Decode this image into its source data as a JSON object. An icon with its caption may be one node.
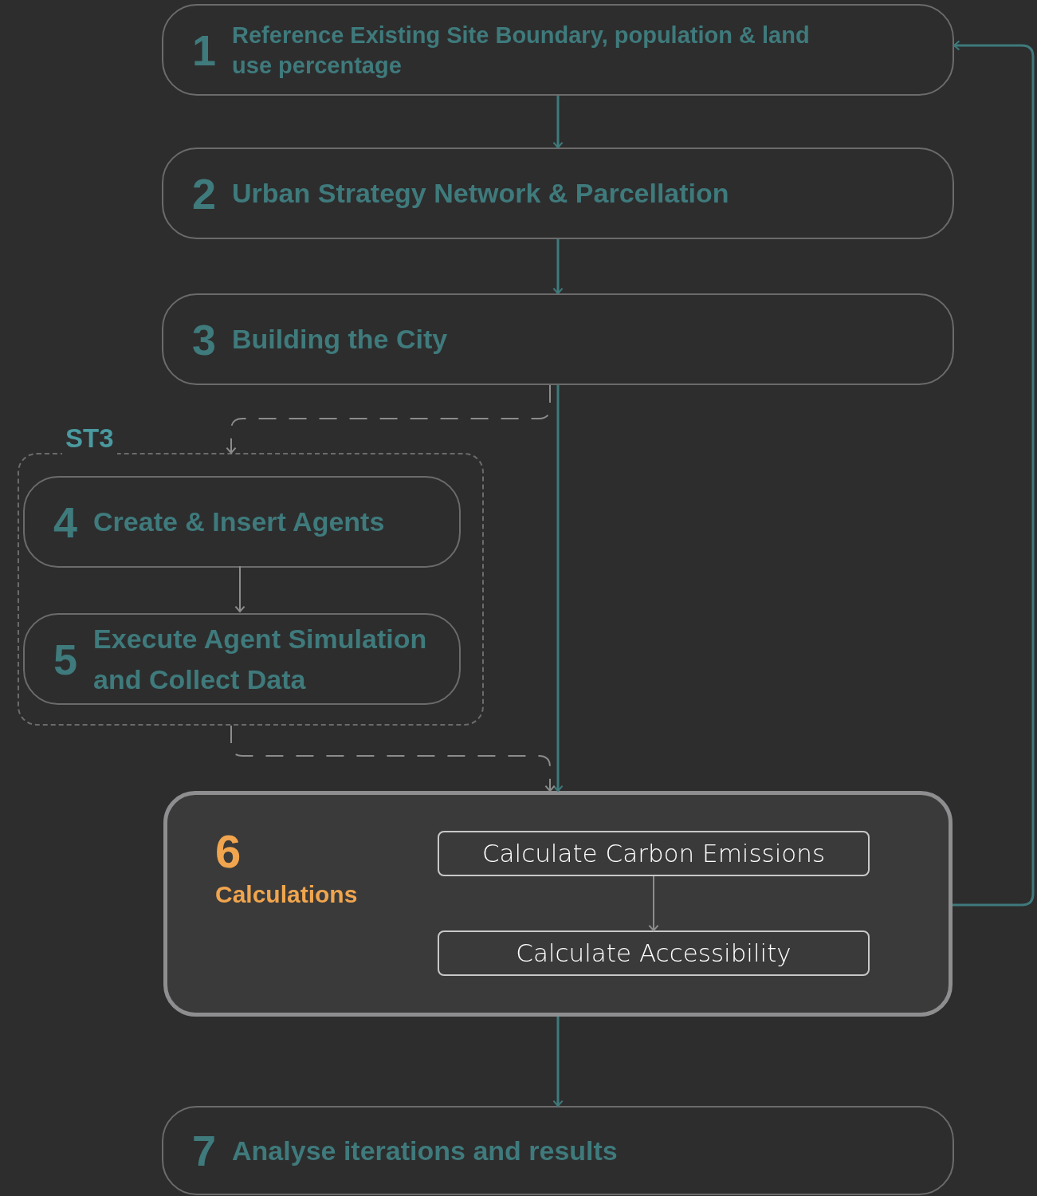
{
  "diagram": {
    "nodes": [
      {
        "text": [
          "1",
          "Reference Existing Site Boundary, population & land use percentage"
        ]
      },
      {
        "text": [
          "2",
          "Urban Strategy Network & Parcellation"
        ]
      },
      {
        "text": [
          "3",
          "Building the City"
        ]
      },
      {
        "text": [
          "ST3"
        ]
      },
      {
        "text": [
          "4",
          "Create & Insert Agents"
        ],
        "in": 3
      },
      {
        "text": [
          "5",
          "Execute Agent Simulation and Collect Data"
        ],
        "in": 3
      },
      {
        "text": [
          "6",
          "Calculations"
        ]
      },
      {
        "text": [
          "Calculate Carbon Emissions"
        ],
        "in": 6
      },
      {
        "text": [
          "Calculate Accessibility"
        ],
        "in": 6
      },
      {
        "text": [
          "7",
          "Analyse iterations and results"
        ]
      }
    ],
    "edges": [
      {
        "from": 0,
        "to": 1,
        "arrow": "to"
      },
      {
        "from": 1,
        "to": 2,
        "arrow": "to"
      },
      {
        "from": 2,
        "to": 6,
        "arrow": "to"
      },
      {
        "from": 2,
        "to": 3,
        "arrow": "to",
        "style": "dashed",
        "color": "#8c8c8c"
      },
      {
        "from": 3,
        "to": 6,
        "arrow": "to",
        "style": "dashed",
        "color": "#8c8c8c"
      },
      {
        "from": 4,
        "to": 5,
        "arrow": "to",
        "color": "#8c8c8c"
      },
      {
        "from": 7,
        "to": 8,
        "arrow": "to",
        "color": "#8c8c8c"
      },
      {
        "from": 6,
        "to": 9,
        "arrow": "to"
      },
      {
        "from": 6,
        "to": 0,
        "arrow": "to"
      }
    ]
  }
}
